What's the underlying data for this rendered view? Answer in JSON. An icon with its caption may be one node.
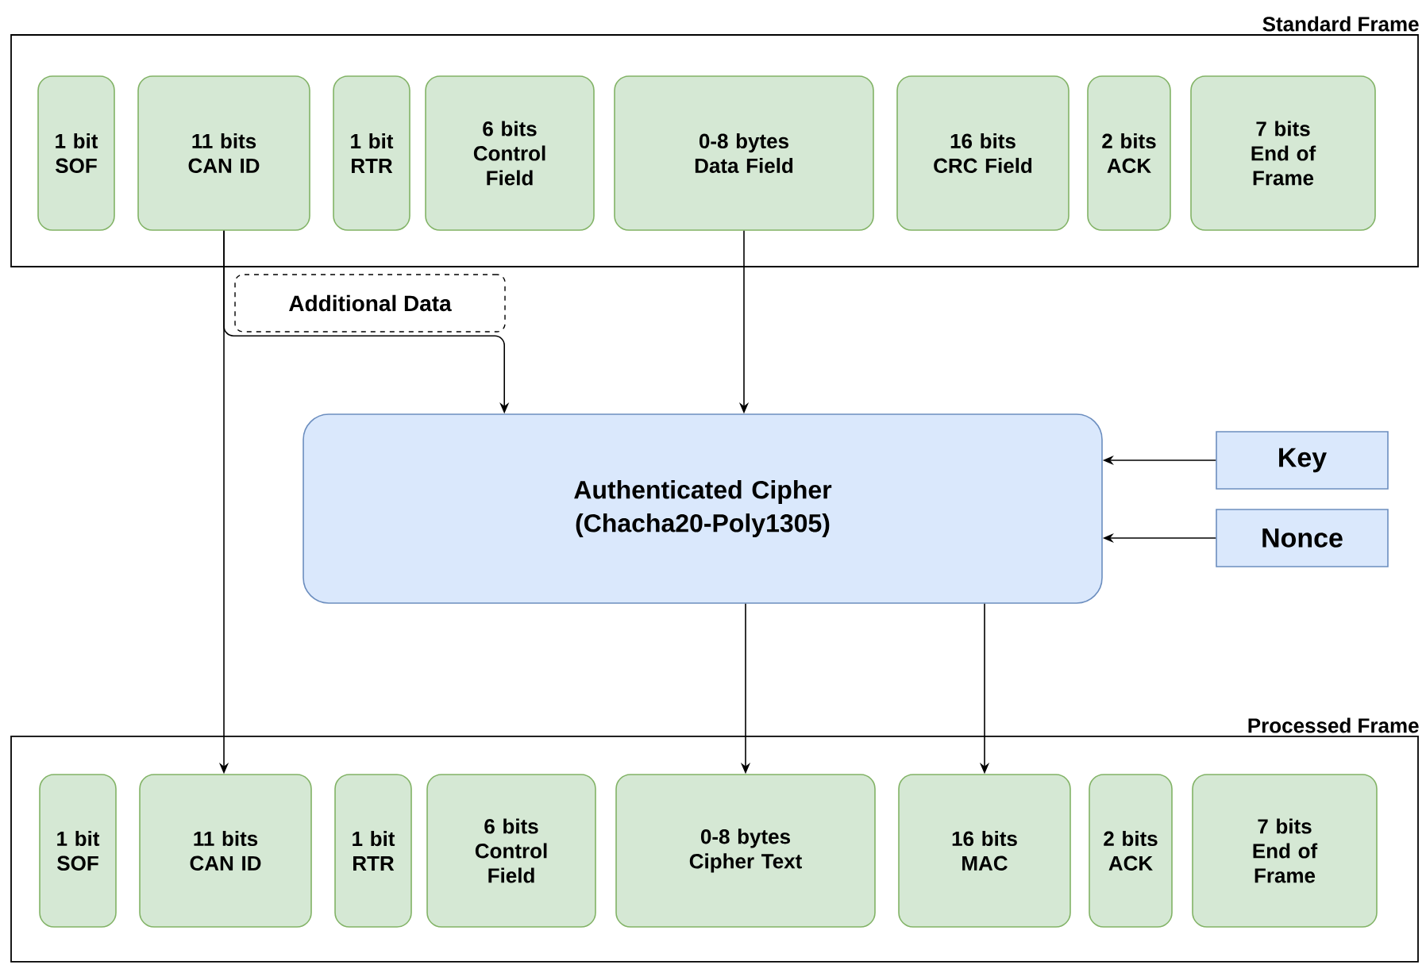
{
  "diagram": {
    "nodes": [
      {
        "text": [
          "Standard Frame"
        ]
      },
      {
        "text": [
          "1 bit SOF"
        ],
        "in": 0
      },
      {
        "text": [
          "11 bits CAN ID"
        ],
        "in": 0
      },
      {
        "text": [
          "1 bit RTR"
        ],
        "in": 0
      },
      {
        "text": [
          "6 bits Control Field"
        ],
        "in": 0
      },
      {
        "text": [
          "0-8 bytes Data Field"
        ],
        "in": 0
      },
      {
        "text": [
          "16 bits CRC Field"
        ],
        "in": 0
      },
      {
        "text": [
          "2 bits ACK"
        ],
        "in": 0
      },
      {
        "text": [
          "7 bits End of Frame"
        ],
        "in": 0
      },
      {
        "text": [
          "Authenticated Cipher (Chacha20-Poly1305)"
        ]
      },
      {
        "text": [
          "Key"
        ]
      },
      {
        "text": [
          "Nonce"
        ]
      },
      {
        "text": [
          "Processed Frame"
        ]
      },
      {
        "text": [
          "1 bit SOF"
        ],
        "in": 12
      },
      {
        "text": [
          "11 bits CAN ID"
        ],
        "in": 12
      },
      {
        "text": [
          "1 bit RTR"
        ],
        "in": 12
      },
      {
        "text": [
          "6 bits Control Field"
        ],
        "in": 12
      },
      {
        "text": [
          "0-8 bytes Cipher Text"
        ],
        "in": 12
      },
      {
        "text": [
          "16 bits MAC"
        ],
        "in": 12
      },
      {
        "text": [
          "2 bits ACK"
        ],
        "in": 12
      },
      {
        "text": [
          "7 bits End of Frame"
        ],
        "in": 12
      }
    ],
    "edges": [
      {
        "from": 2,
        "to": 14,
        "arrow": "to"
      },
      {
        "from": 2,
        "to": 9,
        "arrow": "to",
        "label": "Additional Data"
      },
      {
        "from": 5,
        "to": 9,
        "arrow": "to"
      },
      {
        "from": 10,
        "to": 9,
        "arrow": "to"
      },
      {
        "from": 11,
        "to": 9,
        "arrow": "to"
      },
      {
        "from": 9,
        "to": 17,
        "arrow": "to"
      },
      {
        "from": 9,
        "to": 18,
        "arrow": "to"
      }
    ]
  }
}
